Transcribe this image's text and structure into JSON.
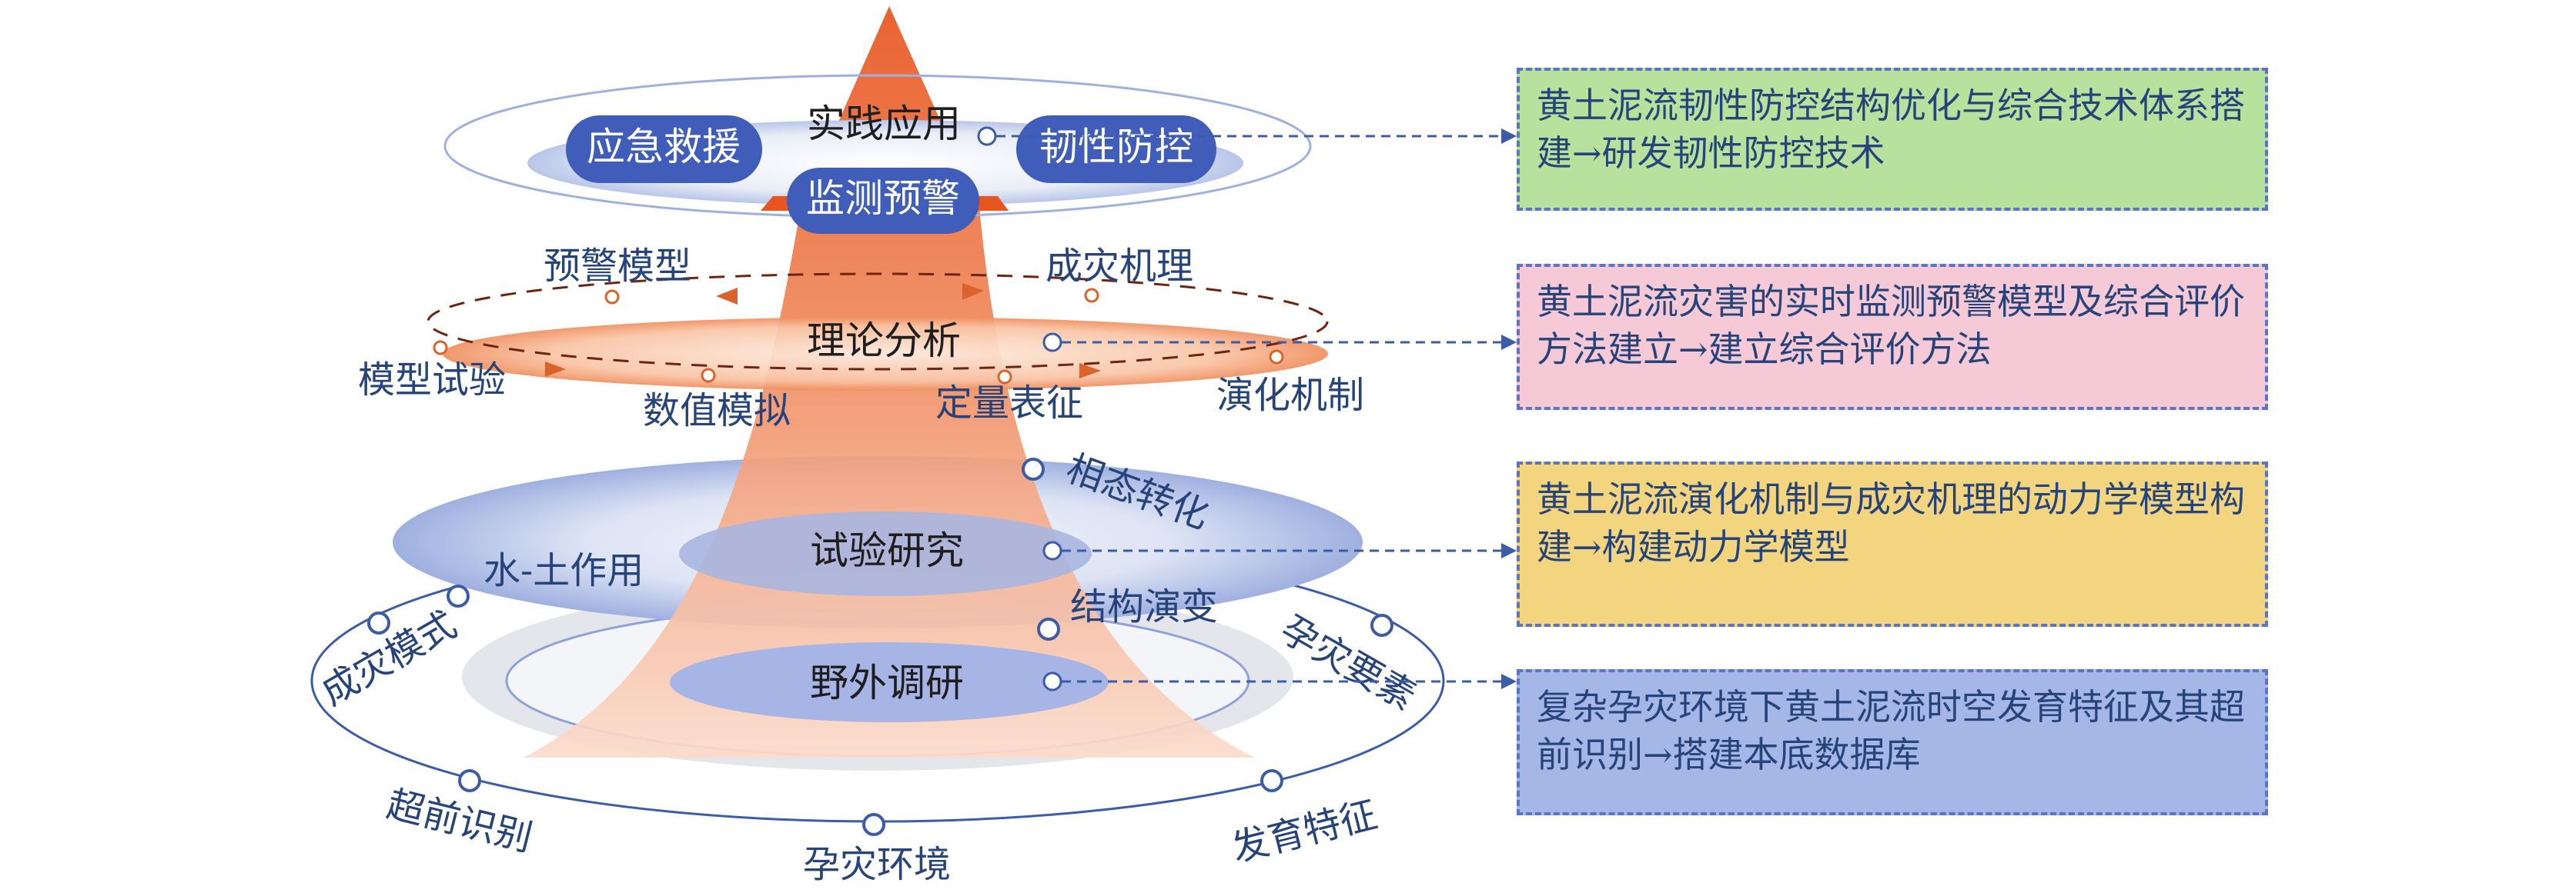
{
  "practice": {
    "center": "实践应用",
    "pills": [
      "应急救援",
      "韧性防控",
      "监测预警"
    ]
  },
  "theory": {
    "center": "理论分析",
    "labels": [
      "预警模型",
      "成灾机理",
      "模型试验",
      "数值模拟",
      "定量表征",
      "演化机制"
    ]
  },
  "experiment": {
    "center": "试验研究",
    "labels": [
      "相态转化",
      "水-土作用",
      "结构演变"
    ]
  },
  "field": {
    "center": "野外调研",
    "labels": [
      "成灾模式",
      "孕灾要素",
      "超前识别",
      "孕灾环境",
      "发育特征"
    ]
  },
  "boxes": [
    {
      "text": "黄土泥流韧性防控结构优化与综合技术体系搭建→研发韧性防控技术",
      "color": "#b7e19c"
    },
    {
      "text": "黄土泥流灾害的实时监测预警模型及综合评价方法建立→建立综合评价方法",
      "color": "#f6c9d6"
    },
    {
      "text": "黄土泥流演化机制与成灾机理的动力学模型构建→构建动力学模型",
      "color": "#f2d57e"
    },
    {
      "text": "复杂孕灾环境下黄土泥流时空发育特征及其超前识别→搭建本底数据库",
      "color": "#a5b7e6"
    }
  ]
}
